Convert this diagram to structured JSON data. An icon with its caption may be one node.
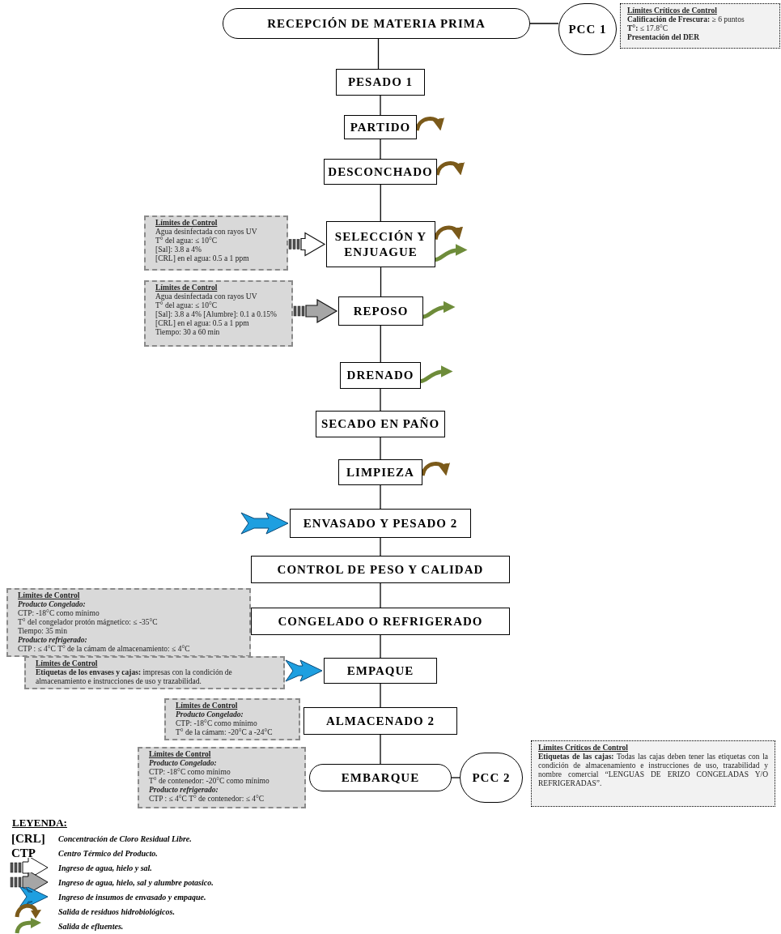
{
  "diagram": {
    "nodes": [
      {
        "text": [
          "RECEPCIÓN DE MATERIA PRIMA"
        ]
      },
      {
        "text": [
          "PCC 1"
        ]
      },
      {
        "text": [
          "Límites Críticos de Control",
          "**Calificación de Frescura:** ≥ 6 puntos",
          "**T°:** ≤ 17.8°C",
          "Presentación del DER"
        ]
      },
      {
        "text": [
          "PESADO 1"
        ]
      },
      {
        "text": [
          "PARTIDO"
        ]
      },
      {
        "text": [
          "DESCONCHADO"
        ]
      },
      {
        "text": [
          "Límites de Control",
          "Agua desinfectada con rayos UV",
          "T° del agua: ≤ 10°C",
          "[Sal]: 3.8 a 4%",
          "[CRL] en el agua: 0.5 a 1 ppm"
        ]
      },
      {
        "text": [
          "SELECCIÓN Y ENJUAGUE"
        ]
      },
      {
        "text": [
          "Límites de Control",
          "Agua desinfectada con rayos UV",
          "T° del agua: ≤ 10°C",
          "[Sal]: 3.8 a 4% [Alumbre]: 0.1 a 0.15%",
          "[CRL] en el agua: 0.5 a 1 ppm",
          "Tiempo: 30 a 60 min"
        ]
      },
      {
        "text": [
          "REPOSO"
        ]
      },
      {
        "text": [
          "DRENADO"
        ]
      },
      {
        "text": [
          "SECADO EN PAÑO"
        ]
      },
      {
        "text": [
          "LIMPIEZA"
        ]
      },
      {
        "text": [
          "ENVASADO Y PESADO 2"
        ]
      },
      {
        "text": [
          "CONTROL DE PESO Y CALIDAD"
        ]
      },
      {
        "text": [
          "Límites de Control",
          "Producto Congelado:",
          "CTP: -18°C como mínimo",
          "T° del congelador protón mágnetico: ≤ -35°C",
          "Tiempo: 35 min",
          "Producto refrigerado:",
          "CTP : ≤ 4°C   T° de la cámam de almacenamiento: ≤ 4°C"
        ]
      },
      {
        "text": [
          "CONGELADO O REFRIGERADO"
        ]
      },
      {
        "text": [
          "Límites de Control",
          "**Etiquetas de los envases y cajas:** impresas con la condición de almacenamiento e instrucciones de uso y trazabilidad."
        ]
      },
      {
        "text": [
          "EMPAQUE"
        ]
      },
      {
        "text": [
          "Límites de Control",
          "Producto Congelado:",
          "CTP: -18°C como mínimo",
          "T° de la cámam: -20°C a -24°C"
        ]
      },
      {
        "text": [
          "ALMACENADO 2"
        ]
      },
      {
        "text": [
          "Límites de Control",
          "Producto Congelado:",
          "CTP: -18°C como mínimo",
          "T° de contenedor: -20°C como mínimo",
          "Producto refrigerado:",
          "CTP : ≤ 4°C  T° de contenedor: ≤ 4°C"
        ]
      },
      {
        "text": [
          "EMBARQUE"
        ]
      },
      {
        "text": [
          "PCC 2"
        ]
      },
      {
        "text": [
          "Límites Críticos de Control",
          "**Etiquetas de las cajas:** Todas las cajas deben tener las etiquetas con la condición de almacenamiento e instrucciones de uso, trazabilidad y nombre comercial “LENGUAS DE ERIZO CONGELADAS Y/O REFRIGERADAS”."
        ]
      }
    ],
    "edges": [
      {
        "from": 0,
        "to": 1,
        "arrow": "none"
      },
      {
        "from": 0,
        "to": 3,
        "arrow": "none"
      },
      {
        "from": 3,
        "to": 4,
        "arrow": "none"
      },
      {
        "from": 4,
        "to": 5,
        "arrow": "none"
      },
      {
        "from": 5,
        "to": 7,
        "arrow": "none"
      },
      {
        "from": 7,
        "to": 9,
        "arrow": "none"
      },
      {
        "from": 9,
        "to": 10,
        "arrow": "none"
      },
      {
        "from": 10,
        "to": 11,
        "arrow": "none"
      },
      {
        "from": 11,
        "to": 12,
        "arrow": "none"
      },
      {
        "from": 12,
        "to": 13,
        "arrow": "none"
      },
      {
        "from": 13,
        "to": 14,
        "arrow": "none"
      },
      {
        "from": 14,
        "to": 16,
        "arrow": "none"
      },
      {
        "from": 16,
        "to": 18,
        "arrow": "none"
      },
      {
        "from": 18,
        "to": 20,
        "arrow": "none"
      },
      {
        "from": 20,
        "to": 22,
        "arrow": "none"
      },
      {
        "from": 22,
        "to": 23,
        "arrow": "none"
      },
      {
        "from": 6,
        "to": 7,
        "arrow": "to",
        "style": "thick",
        "color": "#ffffff"
      },
      {
        "from": 8,
        "to": 9,
        "arrow": "to",
        "style": "thick",
        "color": "#a6a6a6"
      },
      {
        "from": null,
        "to": 13,
        "arrow": "to",
        "style": "thick",
        "color": "#1e9fe0"
      },
      {
        "from": 17,
        "to": 18,
        "arrow": "to",
        "style": "thick",
        "color": "#1e9fe0"
      },
      {
        "from": 4,
        "to": null,
        "arrow": "to",
        "style": "thick",
        "color": "#7b5a1a"
      },
      {
        "from": 5,
        "to": null,
        "arrow": "to",
        "style": "thick",
        "color": "#7b5a1a"
      },
      {
        "from": 7,
        "to": null,
        "arrow": "to",
        "style": "thick",
        "color": "#7b5a1a"
      },
      {
        "from": 7,
        "to": null,
        "arrow": "to",
        "style": "thick",
        "color": "#6e8c3a"
      },
      {
        "from": 9,
        "to": null,
        "arrow": "to",
        "style": "thick",
        "color": "#6e8c3a"
      },
      {
        "from": 10,
        "to": null,
        "arrow": "to",
        "style": "thick",
        "color": "#6e8c3a"
      },
      {
        "from": 12,
        "to": null,
        "arrow": "to",
        "style": "thick",
        "color": "#7b5a1a"
      }
    ],
    "labels": [
      "LEYENDA:",
      "[CRL]",
      "CTP"
    ],
    "legend": [
      {
        "text": "Concentración de Cloro Residual Libre."
      },
      {
        "text": "Centro Térmico del Producto."
      },
      {
        "text": "Ingreso de agua, hielo y sal."
      },
      {
        "text": "Ingreso de agua, hielo, sal y alumbre potasico."
      },
      {
        "text": "Ingreso de insumos de envasado y empaque."
      },
      {
        "text": "Salida de residuos hidrobiológicos."
      },
      {
        "text": "Salida de efluentes."
      }
    ]
  }
}
